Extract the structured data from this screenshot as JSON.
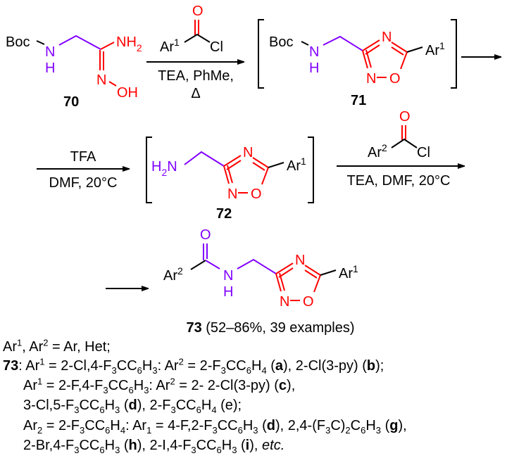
{
  "colors": {
    "linker": "#8000ff",
    "heterocycle": "#ff0000",
    "default": "#000000"
  },
  "compound70": {
    "boc": "Boc",
    "n": "N",
    "h": "H",
    "nh2": "NH",
    "nh2_sub": "2",
    "n_oxime": "N",
    "oh": "OH",
    "label": "70"
  },
  "step1": {
    "reagent": {
      "o": "O",
      "ar": "Ar",
      "ar_sup": "1",
      "cl": "Cl"
    },
    "conditions_line1": "TEA, PhMe,",
    "conditions_line2": "Δ"
  },
  "compound71": {
    "boc": "Boc",
    "n": "N",
    "h": "H",
    "ring_n4": "N",
    "ring_n2": "N",
    "ring_o": "O",
    "ar": "Ar",
    "ar_sup": "1",
    "label": "71"
  },
  "step2": {
    "reagent": "TFA",
    "conditions": "DMF, 20°C"
  },
  "compound72": {
    "h2n_h": "H",
    "h2n_sub": "2",
    "h2n_n": "N",
    "ring_n4": "N",
    "ring_n2": "N",
    "ring_o": "O",
    "ar": "Ar",
    "ar_sup": "1",
    "label": "72"
  },
  "step3": {
    "reagent": {
      "o": "O",
      "ar": "Ar",
      "ar_sup": "2",
      "cl": "Cl"
    },
    "conditions": "TEA, DMF, 20°C"
  },
  "compound73": {
    "o": "O",
    "ar2": "Ar",
    "ar2_sup": "2",
    "n": "N",
    "h": "H",
    "ring_n4": "N",
    "ring_n2": "N",
    "ring_o": "O",
    "ar1": "Ar",
    "ar1_sup": "1",
    "label": "73",
    "yield_text": " (52–86%, 39 examples)"
  },
  "notes": [
    [
      {
        "t": "Ar"
      },
      {
        "t": "1",
        "s": "sup"
      },
      {
        "t": ", Ar"
      },
      {
        "t": "2",
        "s": "sup"
      },
      {
        "t": " = Ar, Het;"
      }
    ],
    [
      {
        "t": "73",
        "s": "b"
      },
      {
        "t": ": Ar"
      },
      {
        "t": "1",
        "s": "sup"
      },
      {
        "t": " = 2-Cl,4-F"
      },
      {
        "t": "3",
        "s": "sub"
      },
      {
        "t": "CC"
      },
      {
        "t": "6",
        "s": "sub"
      },
      {
        "t": "H"
      },
      {
        "t": "3",
        "s": "sub"
      },
      {
        "t": ": Ar"
      },
      {
        "t": "2",
        "s": "sup"
      },
      {
        "t": " = 2-F"
      },
      {
        "t": "3",
        "s": "sub"
      },
      {
        "t": "CC"
      },
      {
        "t": "6",
        "s": "sub"
      },
      {
        "t": "H"
      },
      {
        "t": "4",
        "s": "sub"
      },
      {
        "t": " ("
      },
      {
        "t": "a",
        "s": "b"
      },
      {
        "t": "), 2-Cl(3-py) ("
      },
      {
        "t": "b",
        "s": "b"
      },
      {
        "t": ");"
      }
    ],
    [
      {
        "t": "Ar"
      },
      {
        "t": "1",
        "s": "sup"
      },
      {
        "t": " = 2-F,4-F"
      },
      {
        "t": "3",
        "s": "sub"
      },
      {
        "t": "CC"
      },
      {
        "t": "6",
        "s": "sub"
      },
      {
        "t": "H"
      },
      {
        "t": "3",
        "s": "sub"
      },
      {
        "t": ": Ar"
      },
      {
        "t": "2",
        "s": "sup"
      },
      {
        "t": " = 2- 2-Cl(3-py) ("
      },
      {
        "t": "c",
        "s": "b"
      },
      {
        "t": "),"
      }
    ],
    [
      {
        "t": "3-Cl,5-F"
      },
      {
        "t": "3",
        "s": "sub"
      },
      {
        "t": "CC"
      },
      {
        "t": "6",
        "s": "sub"
      },
      {
        "t": "H"
      },
      {
        "t": "3",
        "s": "sub"
      },
      {
        "t": " ("
      },
      {
        "t": "d",
        "s": "b"
      },
      {
        "t": "), 2-F"
      },
      {
        "t": "3",
        "s": "sub"
      },
      {
        "t": "CC"
      },
      {
        "t": "6",
        "s": "sub"
      },
      {
        "t": "H"
      },
      {
        "t": "4",
        "s": "sub"
      },
      {
        "t": " (e);"
      }
    ],
    [
      {
        "t": "Ar"
      },
      {
        "t": "2",
        "s": "sub"
      },
      {
        "t": " = 2-F"
      },
      {
        "t": "3",
        "s": "sub"
      },
      {
        "t": "CC"
      },
      {
        "t": "6",
        "s": "sub"
      },
      {
        "t": "H"
      },
      {
        "t": "4",
        "s": "sub"
      },
      {
        "t": ": Ar"
      },
      {
        "t": "1",
        "s": "sub"
      },
      {
        "t": " = 4-F,2-F"
      },
      {
        "t": "3",
        "s": "sub"
      },
      {
        "t": "CC"
      },
      {
        "t": "6",
        "s": "sub"
      },
      {
        "t": "H"
      },
      {
        "t": "3",
        "s": "sub"
      },
      {
        "t": " ("
      },
      {
        "t": "d",
        "s": "b"
      },
      {
        "t": "), 2,4-(F"
      },
      {
        "t": "3",
        "s": "sub"
      },
      {
        "t": "C)"
      },
      {
        "t": "2",
        "s": "sub"
      },
      {
        "t": "C"
      },
      {
        "t": "6",
        "s": "sub"
      },
      {
        "t": "H"
      },
      {
        "t": "3",
        "s": "sub"
      },
      {
        "t": " ("
      },
      {
        "t": "g",
        "s": "b"
      },
      {
        "t": "),"
      }
    ],
    [
      {
        "t": "2-Br,4-F"
      },
      {
        "t": "3",
        "s": "sub"
      },
      {
        "t": "CC"
      },
      {
        "t": "6",
        "s": "sub"
      },
      {
        "t": "H"
      },
      {
        "t": "3",
        "s": "sub"
      },
      {
        "t": " ("
      },
      {
        "t": "h",
        "s": "b"
      },
      {
        "t": "), 2-I,4-F"
      },
      {
        "t": "3",
        "s": "sub"
      },
      {
        "t": "CC"
      },
      {
        "t": "6",
        "s": "sub"
      },
      {
        "t": "H"
      },
      {
        "t": "3",
        "s": "sub"
      },
      {
        "t": " ("
      },
      {
        "t": "i",
        "s": "b"
      },
      {
        "t": "), "
      },
      {
        "t": "etc.",
        "s": "i"
      }
    ]
  ]
}
